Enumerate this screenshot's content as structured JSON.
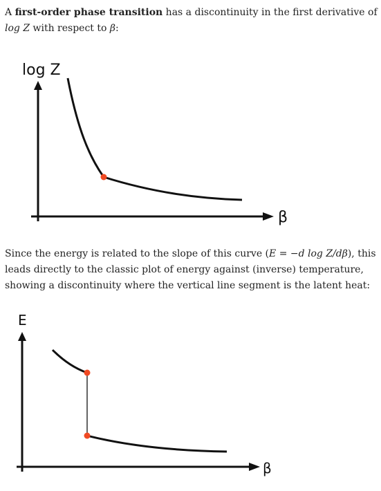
{
  "intro": {
    "prefix": "A ",
    "bold_term": "first-order phase transition",
    "middle": " has a discontinuity in the first derivative of",
    "math_logz": "log Z",
    "suffix_before_beta": " with respect to ",
    "math_beta": "β",
    "suffix": ":"
  },
  "figure1": {
    "y_axis_label": "log Z",
    "x_axis_label": "β",
    "colors": {
      "curve": "#111111",
      "marker": "#f04a23"
    }
  },
  "energy_paragraph": {
    "before_formula": "Since the energy is related to the slope of this curve (",
    "formula": "E = −d log Z/dβ",
    "after_formula": "), this leads directly to the classic plot of energy against (inverse) temperature, showing a discontinuity where the vertical line segment is the latent heat:"
  },
  "figure2": {
    "y_axis_label": "E",
    "x_axis_label": "β",
    "colors": {
      "curve": "#111111",
      "marker": "#f04a23"
    }
  }
}
